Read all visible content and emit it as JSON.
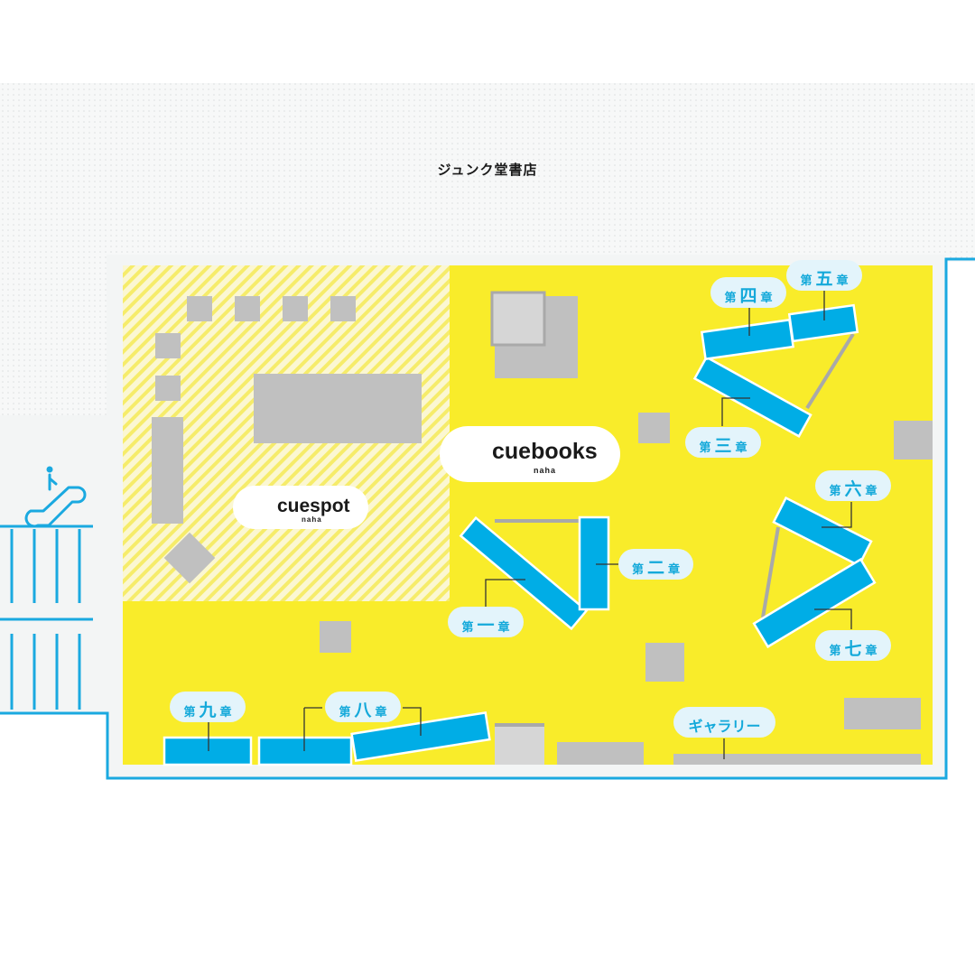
{
  "neighbor": {
    "name": "ジュンク堂書店"
  },
  "brands": {
    "cuebooks": {
      "name": "cuebooks",
      "sub": "naha"
    },
    "cuespot": {
      "name": "cuespot",
      "sub": "naha"
    }
  },
  "chapters": [
    {
      "prefix": "第",
      "num": "一",
      "suffix": "章"
    },
    {
      "prefix": "第",
      "num": "二",
      "suffix": "章"
    },
    {
      "prefix": "第",
      "num": "三",
      "suffix": "章"
    },
    {
      "prefix": "第",
      "num": "四",
      "suffix": "章"
    },
    {
      "prefix": "第",
      "num": "五",
      "suffix": "章"
    },
    {
      "prefix": "第",
      "num": "六",
      "suffix": "章"
    },
    {
      "prefix": "第",
      "num": "七",
      "suffix": "章"
    },
    {
      "prefix": "第",
      "num": "八",
      "suffix": "章"
    },
    {
      "prefix": "第",
      "num": "九",
      "suffix": "章"
    }
  ],
  "gallery": {
    "label": "ギャラリー"
  },
  "colors": {
    "floor": "#f9ec2a",
    "shelf": "#00ade6",
    "fixture": "#c0c0c0",
    "pill": "#e3f4fb",
    "pill_text": "#14a9da",
    "wall": "#1aa9e0"
  },
  "icons": {
    "escalator": "escalator-icon",
    "logo_cube": "cube-logo-icon"
  }
}
